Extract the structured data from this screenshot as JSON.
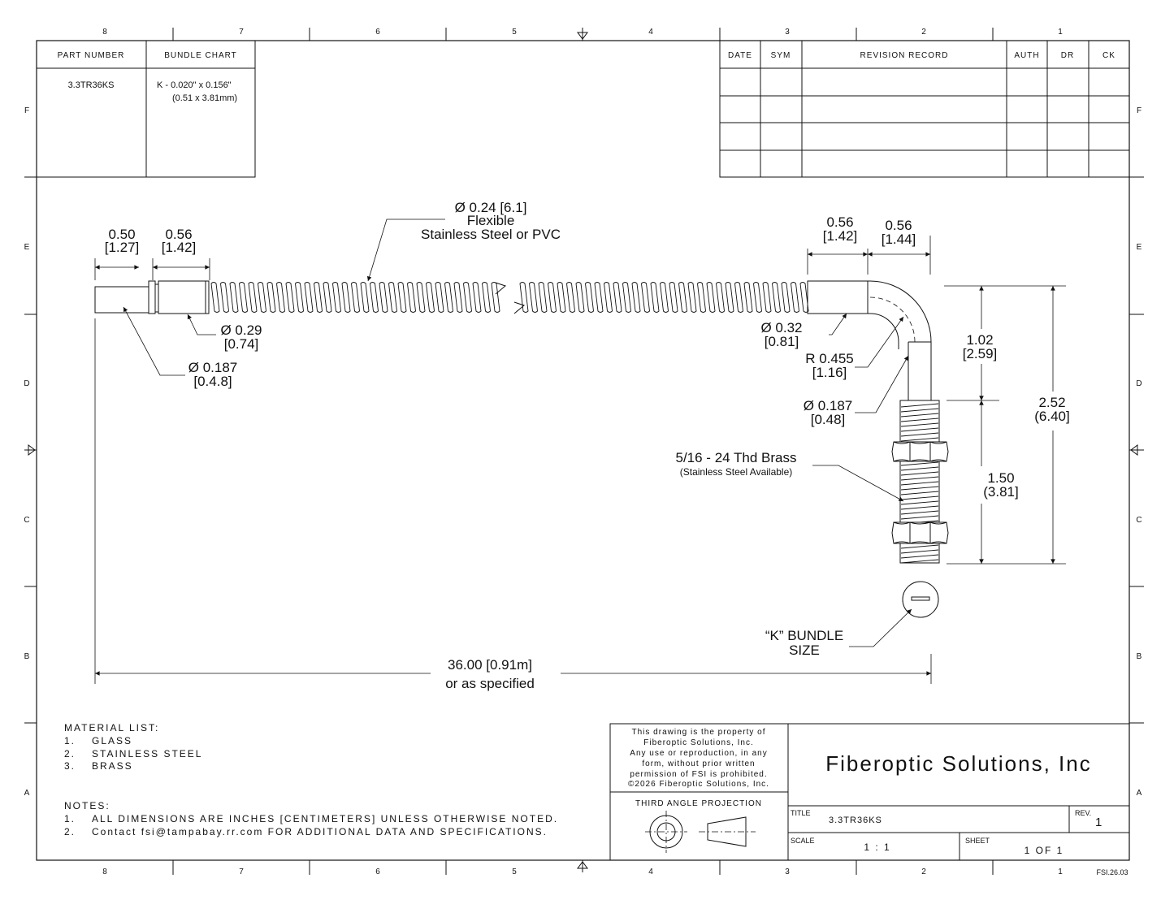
{
  "zones": {
    "cols": [
      "8",
      "7",
      "6",
      "5",
      "4",
      "3",
      "2",
      "1"
    ],
    "rows": [
      "F",
      "E",
      "D",
      "C",
      "B",
      "A"
    ]
  },
  "bundle_table": {
    "headers": [
      "PART NUMBER",
      "BUNDLE CHART"
    ],
    "part_number": "3.3TR36KS",
    "bundle_line1": "K - 0.020\" x 0.156\"",
    "bundle_line2": "(0.51 x 3.81mm)"
  },
  "revision_table": {
    "headers": [
      "DATE",
      "SYM",
      "REVISION RECORD",
      "AUTH",
      "DR",
      "CK"
    ]
  },
  "callouts": {
    "dim_050": "0.50",
    "dim_050_cm": "[1.27]",
    "dim_056a": "0.56",
    "dim_056a_cm": "[1.42]",
    "hose_dia": "Ø 0.24 [6.1]",
    "hose_flex": "Flexible",
    "hose_mat": "Stainless Steel or PVC",
    "dia_029": "Ø 0.29",
    "dia_029_cm": "[0.74]",
    "dia_0187": "Ø 0.187",
    "dia_0187_cm": "[0.4.8]",
    "dim_056b": "0.56",
    "dim_056b_cm": "[1.42]",
    "dim_056c": "0.56",
    "dim_056c_cm": "[1.44]",
    "dia_032": "Ø 0.32",
    "dia_032_cm": "[0.81]",
    "radius": "R 0.455",
    "radius_cm": "[1.16]",
    "dia_0187b": "Ø 0.187",
    "dia_0187b_cm": "[0.48]",
    "dim_102": "1.02",
    "dim_102_cm": "[2.59]",
    "dim_252": "2.52",
    "dim_252_cm": "(6.40]",
    "dim_150": "1.50",
    "dim_150_cm": "(3.81]",
    "thread": "5/16 - 24 Thd Brass",
    "thread_note": "(Stainless Steel Available)",
    "bundle_k": "“K” BUNDLE",
    "bundle_size": "SIZE",
    "length": "36.00 [0.91m]",
    "length_note": "or as specified"
  },
  "material_list": {
    "title": "MATERIAL LIST:",
    "items": [
      {
        "num": "1.",
        "text": "GLASS"
      },
      {
        "num": "2.",
        "text": "STAINLESS STEEL"
      },
      {
        "num": "3.",
        "text": "BRASS"
      }
    ]
  },
  "notes": {
    "title": "NOTES:",
    "items": [
      {
        "num": "1.",
        "text": "ALL DIMENSIONS ARE INCHES [CENTIMETERS] UNLESS OTHERWISE NOTED."
      },
      {
        "num": "2.",
        "text": "Contact fsi@tampabay.rr.com FOR ADDITIONAL DATA AND SPECIFICATIONS."
      }
    ]
  },
  "title_block": {
    "property_lines": [
      "This drawing is the property of",
      "Fiberoptic Solutions, Inc.",
      "Any use or reproduction, in any",
      "form, without prior written",
      "permission of FSI is prohibited.",
      "©2026 Fiberoptic Solutions, Inc."
    ],
    "projection": "THIRD ANGLE PROJECTION",
    "company": "Fiberoptic Solutions, Inc",
    "title_label": "TITLE",
    "title_value": "3.3TR36KS",
    "rev_label": "REV.",
    "rev_value": "1",
    "scale_label": "SCALE",
    "scale_value": "1 : 1",
    "sheet_label": "SHEET",
    "sheet_value": "1 OF 1",
    "doc_code": "FSI.26.03"
  }
}
